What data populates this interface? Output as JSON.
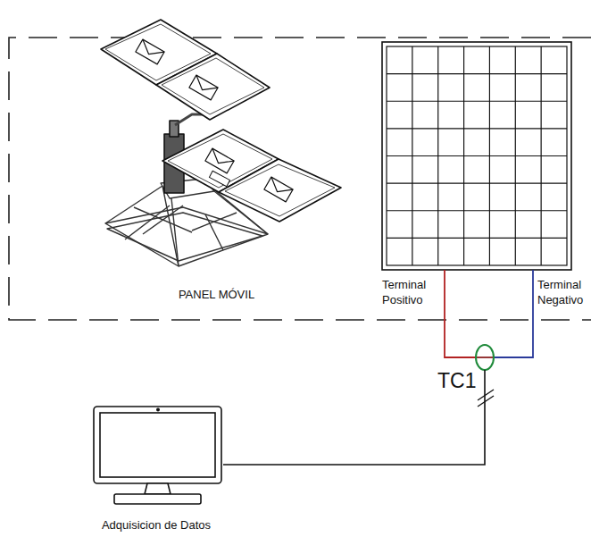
{
  "diagram": {
    "nodes": [
      {
        "text": [
          "PANEL MÓVIL"
        ]
      },
      {
        "text": [
          "TC1"
        ]
      },
      {
        "text": [
          "Adquisicion de Datos"
        ]
      }
    ],
    "edges": [
      {
        "from": 1,
        "to": 2,
        "arrow": "none"
      }
    ],
    "labels": [
      "Terminal Positivo",
      "Terminal Negativo"
    ]
  }
}
